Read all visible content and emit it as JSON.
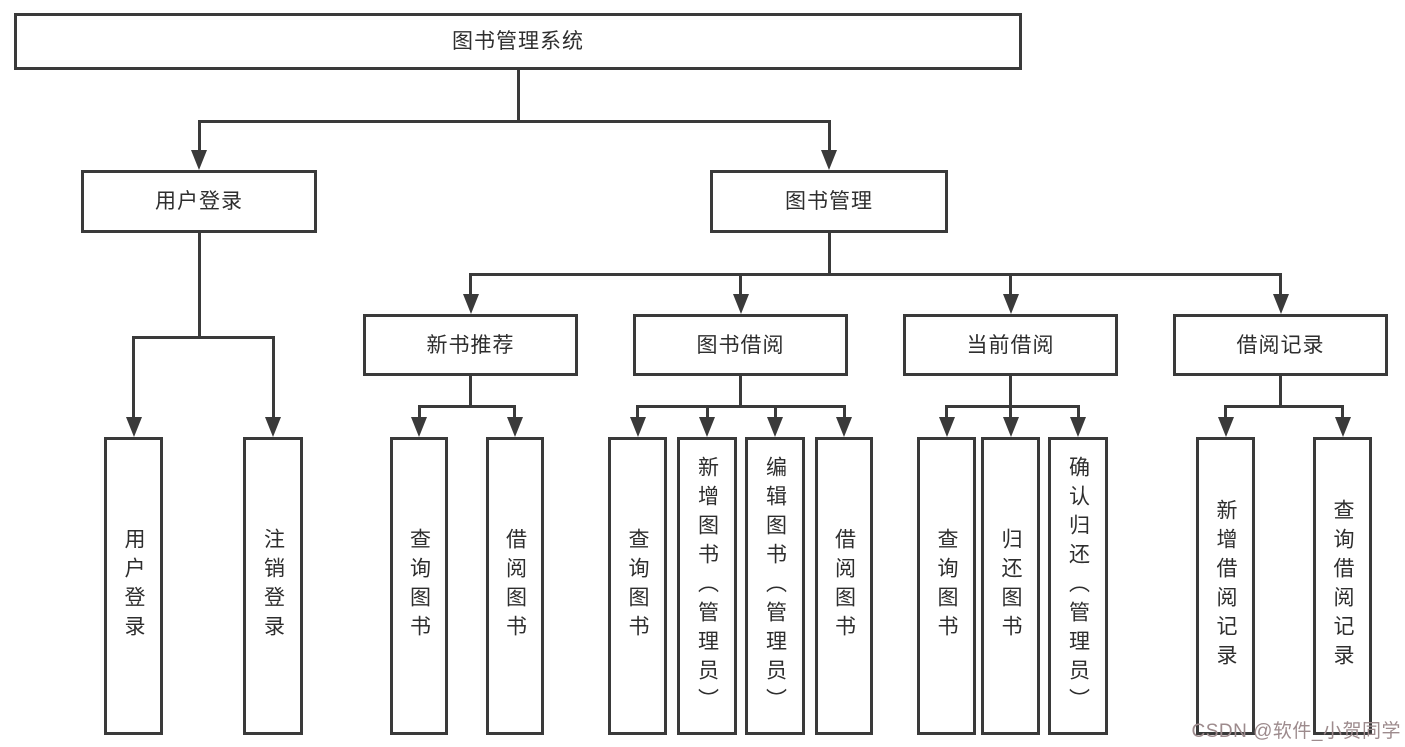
{
  "diagram": {
    "type": "hierarchy-flowchart",
    "colors": {
      "line": "#3a3a3a",
      "text": "#2e2e2e",
      "background": "#ffffff",
      "watermark": "#9d8b8d"
    },
    "nodes": {
      "root": "图书管理系统",
      "user_login": "用户登录",
      "book_mgmt": "图书管理",
      "new_book_rec": "新书推荐",
      "book_borrow": "图书借阅",
      "current_borrow": "当前借阅",
      "borrow_records": "借阅记录",
      "leaf_user_login": "用户登录",
      "leaf_logout": "注销登录",
      "leaf_query_book_1": "查询图书",
      "leaf_borrow_book_1": "借阅图书",
      "leaf_query_book_2": "查询图书",
      "leaf_add_book": "新增图书（管理员）",
      "leaf_edit_book": "编辑图书（管理员）",
      "leaf_borrow_book_2": "借阅图书",
      "leaf_query_book_3": "查询图书",
      "leaf_return_book": "归还图书",
      "leaf_confirm_return": "确认归还（管理员）",
      "leaf_add_borrow_record": "新增借阅记录",
      "leaf_query_borrow_record": "查询借阅记录"
    },
    "hierarchy": {
      "图书管理系统": {
        "用户登录": [
          "用户登录",
          "注销登录"
        ],
        "图书管理": {
          "新书推荐": [
            "查询图书",
            "借阅图书"
          ],
          "图书借阅": [
            "查询图书",
            "新增图书（管理员）",
            "编辑图书（管理员）",
            "借阅图书"
          ],
          "当前借阅": [
            "查询图书",
            "归还图书",
            "确认归还（管理员）"
          ],
          "借阅记录": [
            "新增借阅记录",
            "查询借阅记录"
          ]
        }
      }
    },
    "watermark": "CSDN @软件_小贺同学"
  }
}
